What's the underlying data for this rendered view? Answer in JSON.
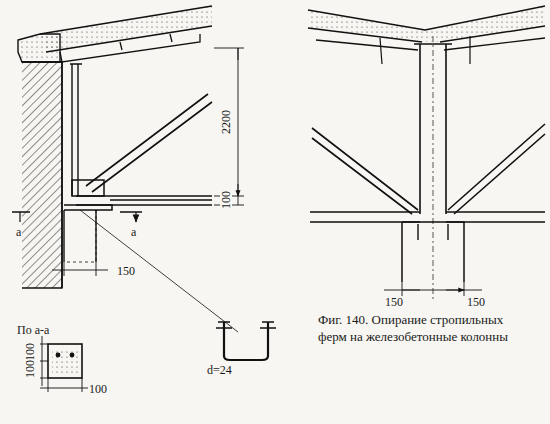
{
  "diagram": {
    "caption": "Фиг. 140. Опирание стропильных ферм на железобетонные колонны",
    "labels": [
      "2200",
      "100",
      "а",
      "а",
      "150",
      "По а-а",
      "100",
      "100",
      "100",
      "d=24",
      "150",
      "150"
    ]
  }
}
